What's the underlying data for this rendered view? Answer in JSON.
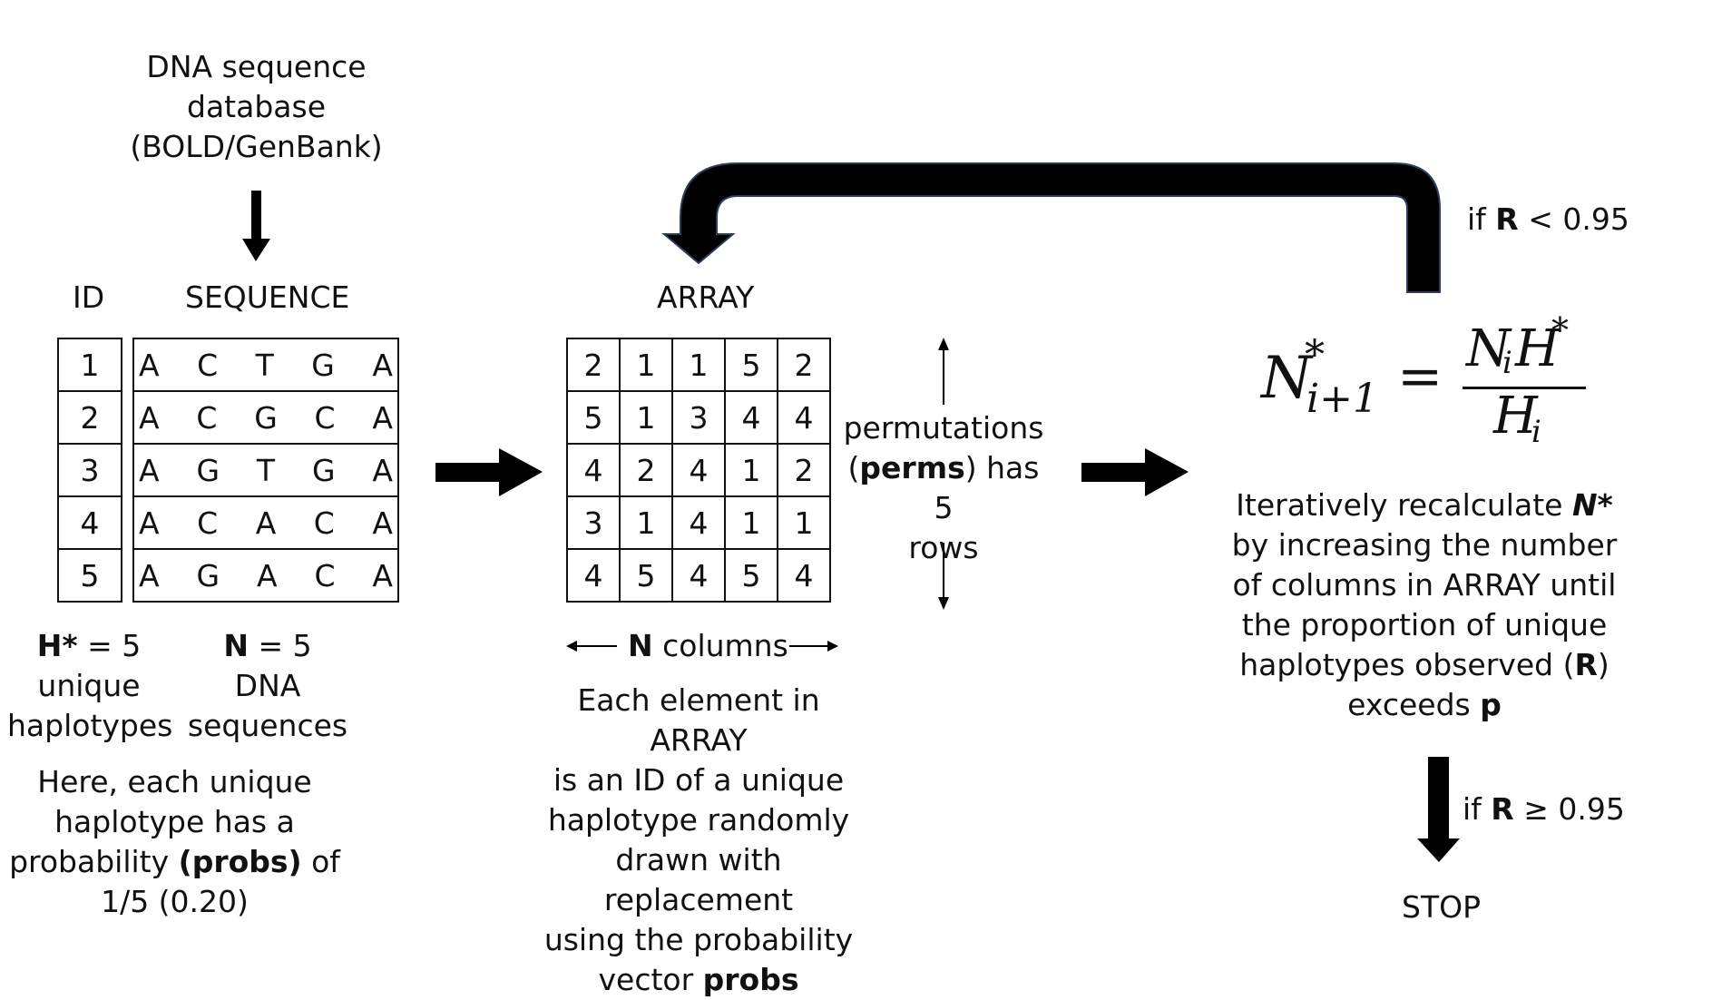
{
  "source": {
    "line1": "DNA sequence",
    "line2": "database",
    "line3": "(BOLD/GenBank)"
  },
  "headers": {
    "id": "ID",
    "sequence": "SEQUENCE",
    "array": "ARRAY"
  },
  "ids": [
    "1",
    "2",
    "3",
    "4",
    "5"
  ],
  "sequences": [
    [
      "A",
      "C",
      "T",
      "G",
      "A"
    ],
    [
      "A",
      "C",
      "G",
      "C",
      "A"
    ],
    [
      "A",
      "G",
      "T",
      "G",
      "A"
    ],
    [
      "A",
      "C",
      "A",
      "C",
      "A"
    ],
    [
      "A",
      "G",
      "A",
      "C",
      "A"
    ]
  ],
  "array": [
    [
      "2",
      "1",
      "1",
      "5",
      "2"
    ],
    [
      "5",
      "1",
      "3",
      "4",
      "4"
    ],
    [
      "4",
      "2",
      "4",
      "1",
      "2"
    ],
    [
      "3",
      "1",
      "4",
      "1",
      "1"
    ],
    [
      "4",
      "5",
      "4",
      "5",
      "4"
    ]
  ],
  "left_labels": {
    "h_bold": "H*",
    "h_rest": " = 5",
    "h_line2": "unique",
    "h_line3": "haplotypes",
    "n_bold": "N",
    "n_rest": " = 5",
    "n_line2": "DNA",
    "n_line3": "sequences"
  },
  "left_note": {
    "line1": "Here, each unique",
    "line2": "haplotype has a",
    "line3a": "probability ",
    "line3b": "(probs)",
    "line3c": " of",
    "line4": "1/5 (0.20)"
  },
  "columns_label": {
    "bold": "N",
    "rest": " columns"
  },
  "array_note": {
    "line1": "Each element in ARRAY",
    "line2": "is an ID of a unique",
    "line3": "haplotype randomly",
    "line4": "drawn with",
    "line5": "replacement",
    "line6": "using the probability",
    "line7a": "vector ",
    "line7b": "probs"
  },
  "perms_note": {
    "line1": "permutations",
    "line2a": "(",
    "line2b": "perms",
    "line2c": ") has 5",
    "line3": "rows"
  },
  "loop_label": {
    "a": "if ",
    "b": "R",
    "c": " < 0.95"
  },
  "stop_condition": {
    "a": "if ",
    "b": "R",
    "c": " ≥ 0.95"
  },
  "stop_label": "STOP",
  "equation": {
    "lhs_base": "N",
    "lhs_sup": "*",
    "lhs_sub": "i+1",
    "equals": "=",
    "num_n": "N",
    "num_i": "i",
    "num_h": "H",
    "num_sup": "*",
    "den_h": "H",
    "den_i": "i"
  },
  "iter_note": {
    "line1a": "Iteratively recalculate ",
    "line1b": "N*",
    "line2": "by increasing the number",
    "line3": "of columns in ARRAY until",
    "line4": "the proportion of unique",
    "line5a": "haplotypes observed (",
    "line5b": "R",
    "line5c": ")",
    "line6a": "exceeds ",
    "line6b": "p"
  },
  "colors": {
    "ink": "#111111",
    "loop_arrow_fill": "#000000",
    "loop_arrow_edge": "#2b3f5a"
  }
}
